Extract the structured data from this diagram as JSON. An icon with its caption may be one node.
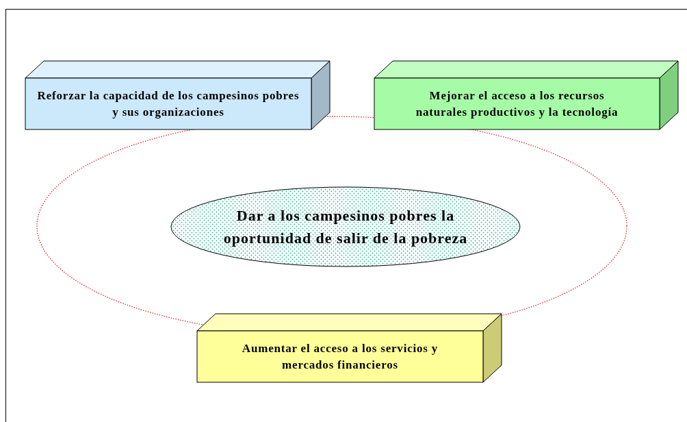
{
  "diagram": {
    "nodes": [
      {
        "text": [
          "Reforzar la capacidad de los campesinos pobres y sus organizaciones"
        ]
      },
      {
        "text": [
          "Mejorar el acceso a los recursos naturales productivos y la tecnología"
        ]
      },
      {
        "text": [
          "Dar a los campesinos pobres la oportunidad de salir de la pobreza"
        ]
      },
      {
        "text": [
          "Aumentar el acceso a los servicios y mercados financieros"
        ]
      }
    ],
    "edges": []
  }
}
